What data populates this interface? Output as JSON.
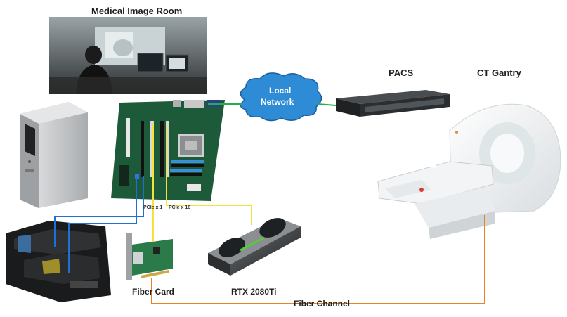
{
  "labels": {
    "room": "Medical Image Room",
    "pacs": "PACS",
    "ct": "CT Gantry",
    "network_line1": "Local",
    "network_line2": "Network",
    "pcie1": "PCIe x 1",
    "pcie16": "PCIe x 16",
    "fiber_card": "Fiber Card",
    "gpu": "RTX 2080Ti",
    "fiber_channel": "Fiber Channel"
  },
  "colors": {
    "network_link": "#22b04b",
    "cloud": "#2e8bd6",
    "pcie_x1_link": "#1e6fd8",
    "pcie_x16_link": "#f2e33a",
    "fiber_channel_link": "#e8822a",
    "pcb": "#1d5a3a"
  }
}
